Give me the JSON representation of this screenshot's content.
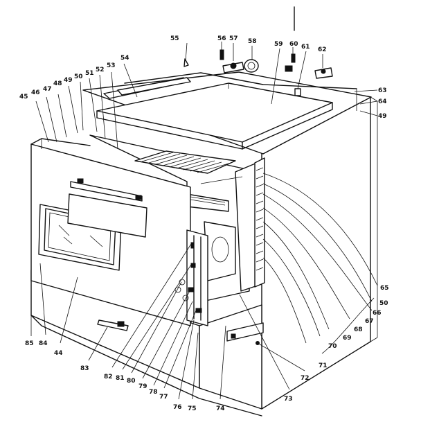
{
  "diagram": {
    "callouts": [
      "45",
      "46",
      "47",
      "48",
      "49",
      "50",
      "51",
      "52",
      "53",
      "54",
      "55",
      "56",
      "57",
      "58",
      "59",
      "60",
      "61",
      "62",
      "63",
      "64",
      "49",
      "65",
      "50",
      "66",
      "67",
      "68",
      "69",
      "70",
      "71",
      "72",
      "73",
      "74",
      "75",
      "76",
      "77",
      "78",
      "79",
      "80",
      "81",
      "82",
      "83",
      "44",
      "84",
      "85"
    ]
  }
}
